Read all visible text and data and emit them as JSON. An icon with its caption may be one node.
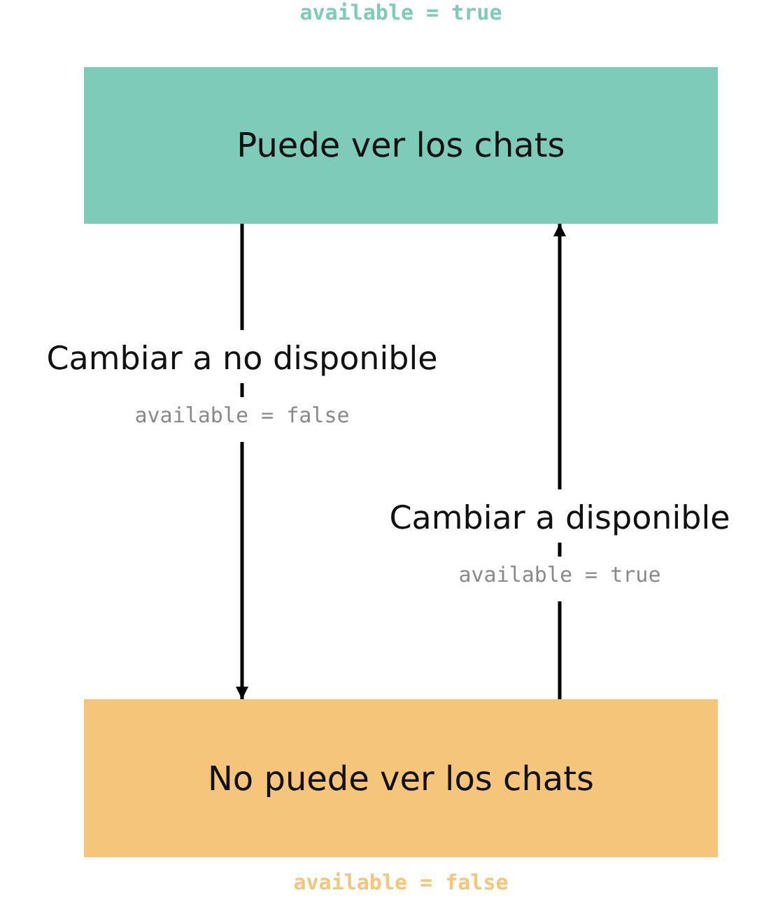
{
  "diagram": {
    "nodes": [
      {
        "text": [
          "Puede ver los chats"
        ],
        "beside": [
          "available = true"
        ]
      },
      {
        "text": [
          "No puede ver los chats"
        ],
        "beside": [
          "available = false"
        ]
      }
    ],
    "edges": [
      {
        "from": 0,
        "to": 1,
        "arrow": "to",
        "label": "Cambiar a no disponible"
      },
      {
        "from": 1,
        "to": 0,
        "arrow": "to",
        "label": "Cambiar a disponible"
      }
    ],
    "labels": [
      "available = false",
      "available = true"
    ]
  }
}
